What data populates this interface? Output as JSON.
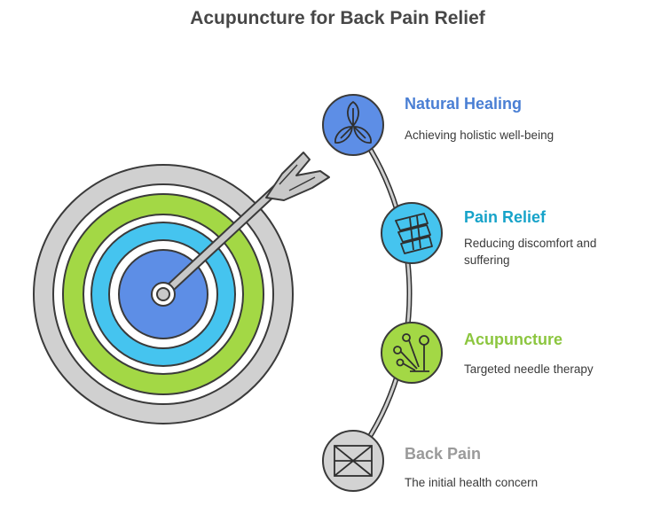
{
  "title": "Acupuncture for Back Pain Relief",
  "items": [
    {
      "title": "Natural Healing",
      "description": "Achieving holistic well-being",
      "color": "#4a7fd4",
      "icon": "leaf-icon"
    },
    {
      "title": "Pain Relief",
      "description": "Reducing discomfort and suffering",
      "color": "#17a3c9",
      "icon": "bandage-icon"
    },
    {
      "title": "Acupuncture",
      "description": "Targeted needle therapy",
      "color": "#8cc63f",
      "icon": "needles-icon"
    },
    {
      "title": "Back Pain",
      "description": "The initial health concern",
      "color": "#9a9a9a",
      "icon": "spine-icon"
    }
  ],
  "target_colors": {
    "outer": "#cccccc",
    "ring2": "#a3d845",
    "ring3": "#47c6ef",
    "center": "#5d8ee6"
  }
}
